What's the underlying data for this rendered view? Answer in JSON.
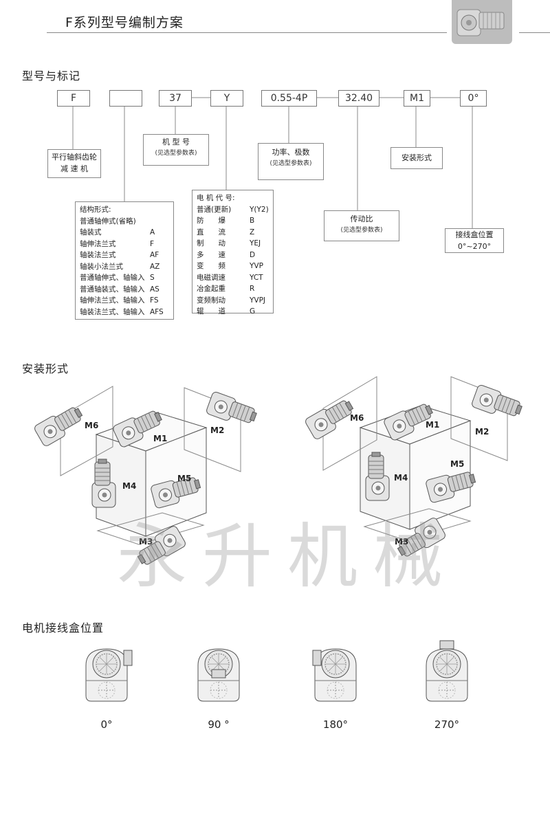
{
  "header": {
    "title": "F系列型号编制方案"
  },
  "section1": {
    "title": "型号与标记",
    "codes": [
      "F",
      "",
      "37",
      "Y",
      "0.55-4P",
      "32.40",
      "M1",
      "0°"
    ],
    "reducer_label": [
      "平行轴斜齿轮",
      "减 速 机"
    ],
    "frame_label": {
      "main": "机 型 号",
      "sub": "(见选型参数表)"
    },
    "power_label": {
      "main": "功率、极数",
      "sub": "(见选型参数表)"
    },
    "mount_label": "安装形式",
    "ratio_label": {
      "main": "传动比",
      "sub": "(见选型参数表)"
    },
    "terminal_label": [
      "接线盒位置",
      "0°~270°"
    ],
    "structure": {
      "title": "结构形式:",
      "rows": [
        {
          "name": "普通轴伸式(省略)",
          "code": ""
        },
        {
          "name": "轴装式",
          "code": "A"
        },
        {
          "name": "轴伸法兰式",
          "code": "F"
        },
        {
          "name": "轴装法兰式",
          "code": "AF"
        },
        {
          "name": "轴装小法兰式",
          "code": "AZ"
        },
        {
          "name": "普通轴伸式、轴输入",
          "code": "S"
        },
        {
          "name": "普通轴装式、轴输入",
          "code": "AS"
        },
        {
          "name": "轴伸法兰式、轴输入",
          "code": "FS"
        },
        {
          "name": "轴装法兰式、轴输入",
          "code": "AFS"
        }
      ]
    },
    "motor": {
      "title": "电 机 代 号:",
      "rows": [
        {
          "name": "普通(更新)",
          "code": "Y(Y2)"
        },
        {
          "name": "防　　爆",
          "code": "B"
        },
        {
          "name": "直　　流",
          "code": "Z"
        },
        {
          "name": "制　　动",
          "code": "YEJ"
        },
        {
          "name": "多　　速",
          "code": "D"
        },
        {
          "name": "变　　频",
          "code": "YVP"
        },
        {
          "name": "电磁调速",
          "code": "YCT"
        },
        {
          "name": "冶金起重",
          "code": "R"
        },
        {
          "name": "变频制动",
          "code": "YVPJ"
        },
        {
          "name": "辊　　道",
          "code": "G"
        }
      ]
    }
  },
  "section2": {
    "title": "安装形式",
    "labels": [
      "M1",
      "M2",
      "M3",
      "M4",
      "M5",
      "M6"
    ]
  },
  "watermark": "永升机械",
  "section3": {
    "title": "电机接线盒位置",
    "angles": [
      "0°",
      "90 °",
      "180°",
      "270°"
    ]
  }
}
